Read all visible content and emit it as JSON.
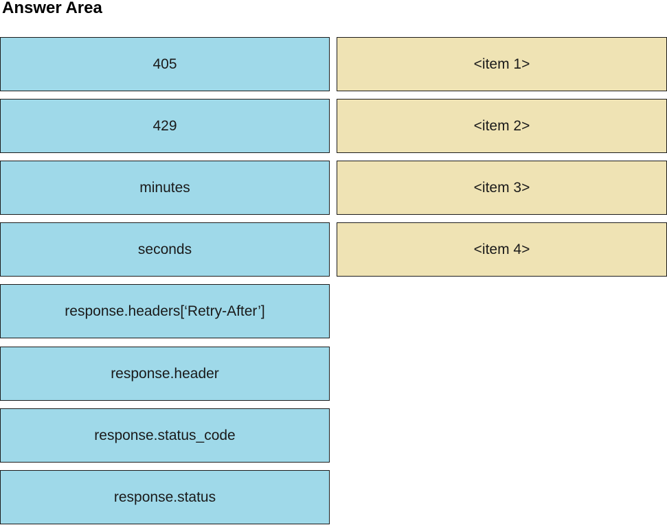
{
  "title": "Answer Area",
  "options": [
    {
      "label": "405"
    },
    {
      "label": "429"
    },
    {
      "label": "minutes"
    },
    {
      "label": "seconds"
    },
    {
      "label": "response.headers[‘Retry-After’]"
    },
    {
      "label": "response.header"
    },
    {
      "label": "response.status_code"
    },
    {
      "label": "response.status"
    }
  ],
  "targets": [
    {
      "label": "<item 1>"
    },
    {
      "label": "<item 2>"
    },
    {
      "label": "<item 3>"
    },
    {
      "label": "<item 4>"
    }
  ],
  "colors": {
    "option_fill": "#9fd9e9",
    "target_fill": "#efe3b4",
    "border": "#1a1a1a"
  }
}
